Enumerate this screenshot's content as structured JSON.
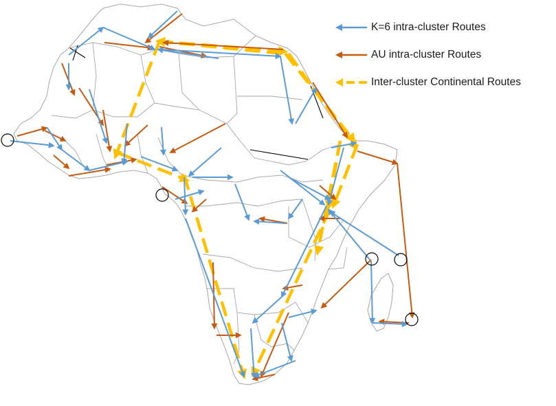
{
  "colors": {
    "k6": "#5b9bd5",
    "au": "#c55a11",
    "inter": "#ffc000",
    "border": "#a6a6a6",
    "marker": "#000000"
  },
  "legend": [
    {
      "key": "k6",
      "style": "solid-arrow",
      "label": "K=6 intra-cluster Routes"
    },
    {
      "key": "au",
      "style": "solid-arrow",
      "label": "AU intra-cluster Routes"
    },
    {
      "key": "inter",
      "style": "dashed-arrow",
      "label": "Inter-cluster Continental Routes"
    }
  ]
}
